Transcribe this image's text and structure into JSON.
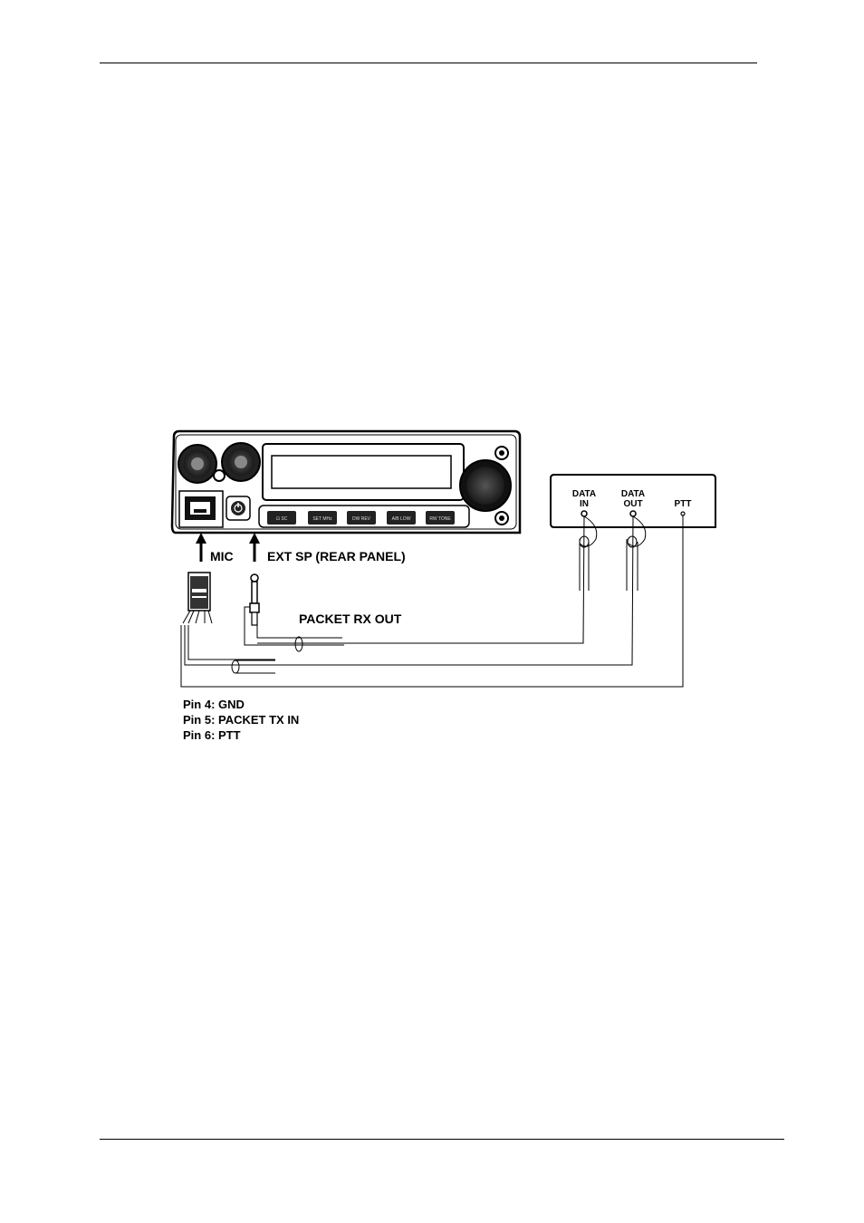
{
  "diagram": {
    "labels": {
      "mic": "MIC",
      "ext_sp": "EXT SP (REAR PANEL)",
      "packet_rx_out": "PACKET RX OUT",
      "data_in": [
        "DATA",
        "IN"
      ],
      "data_out": [
        "DATA",
        "OUT"
      ],
      "ptt": "PTT"
    },
    "pins": [
      "Pin 4: GND",
      "Pin 5: PACKET TX IN",
      "Pin 6: PTT"
    ],
    "radio_keys": [
      "⊡ SC",
      "SET MHz",
      "DW REV",
      "A/B LOW",
      "RW TONE"
    ]
  }
}
